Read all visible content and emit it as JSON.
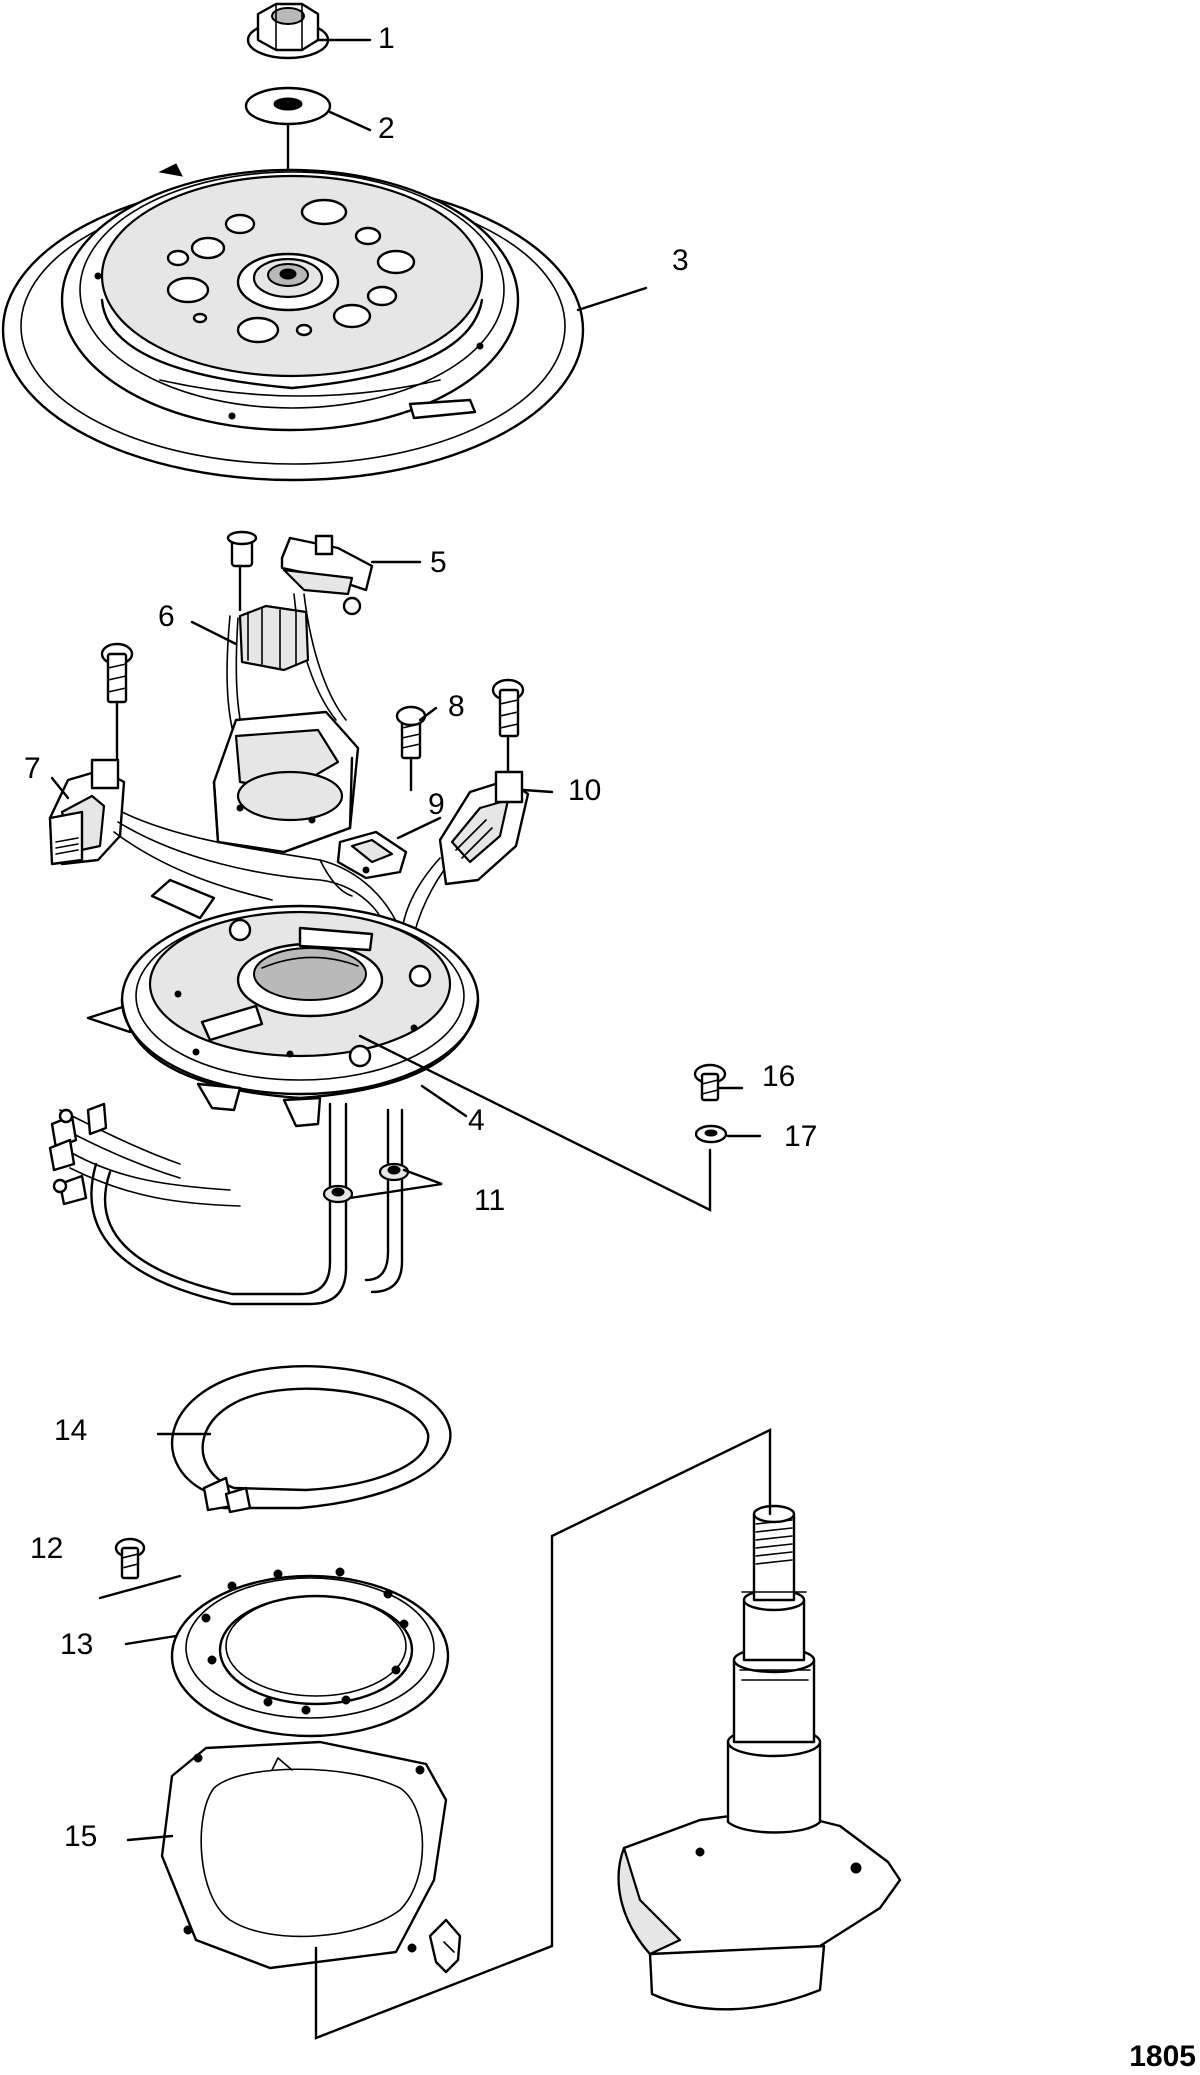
{
  "figure_id": "1805",
  "callouts": [
    {
      "id": "c1",
      "label": "1",
      "part": "flywheel-nut"
    },
    {
      "id": "c2",
      "label": "2",
      "part": "washer"
    },
    {
      "id": "c3",
      "label": "3",
      "part": "flywheel"
    },
    {
      "id": "c4",
      "label": "4",
      "part": "stator-trigger-plate"
    },
    {
      "id": "c5",
      "label": "5",
      "part": "trigger-coil"
    },
    {
      "id": "c6",
      "label": "6",
      "part": "stator"
    },
    {
      "id": "c7",
      "label": "7",
      "part": "left-connector"
    },
    {
      "id": "c8",
      "label": "8",
      "part": "screw"
    },
    {
      "id": "c9",
      "label": "9",
      "part": "clamp"
    },
    {
      "id": "c10",
      "label": "10",
      "part": "right-connector"
    },
    {
      "id": "c11",
      "label": "11",
      "part": "grommet"
    },
    {
      "id": "c12",
      "label": "12",
      "part": "screw"
    },
    {
      "id": "c13",
      "label": "13",
      "part": "retainer-plate"
    },
    {
      "id": "c14",
      "label": "14",
      "part": "retaining-ring"
    },
    {
      "id": "c15",
      "label": "15",
      "part": "gasket"
    },
    {
      "id": "c16",
      "label": "16",
      "part": "screw"
    },
    {
      "id": "c17",
      "label": "17",
      "part": "washer"
    }
  ]
}
